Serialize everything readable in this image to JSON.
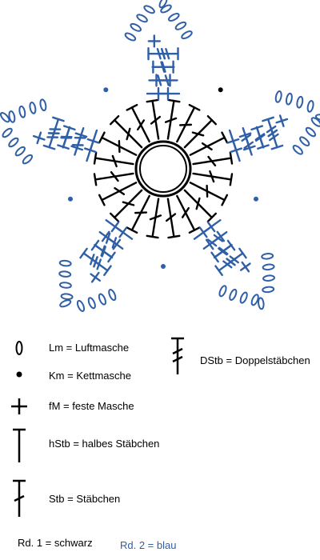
{
  "colors": {
    "round1": "#000000",
    "round2": "#2f5fa6"
  },
  "legend": {
    "lm": "Lm = Luftmasche",
    "km": "Km = Kettmasche",
    "fm": "fM = feste Masche",
    "hstb": "hStb = halbes Stäbchen",
    "stb": "Stb = Stäbchen",
    "dstb": "DStb = Doppelstäbchen"
  },
  "rounds": {
    "round1": "Rd. 1 = schwarz",
    "round2": "Rd. 2 = blau"
  }
}
